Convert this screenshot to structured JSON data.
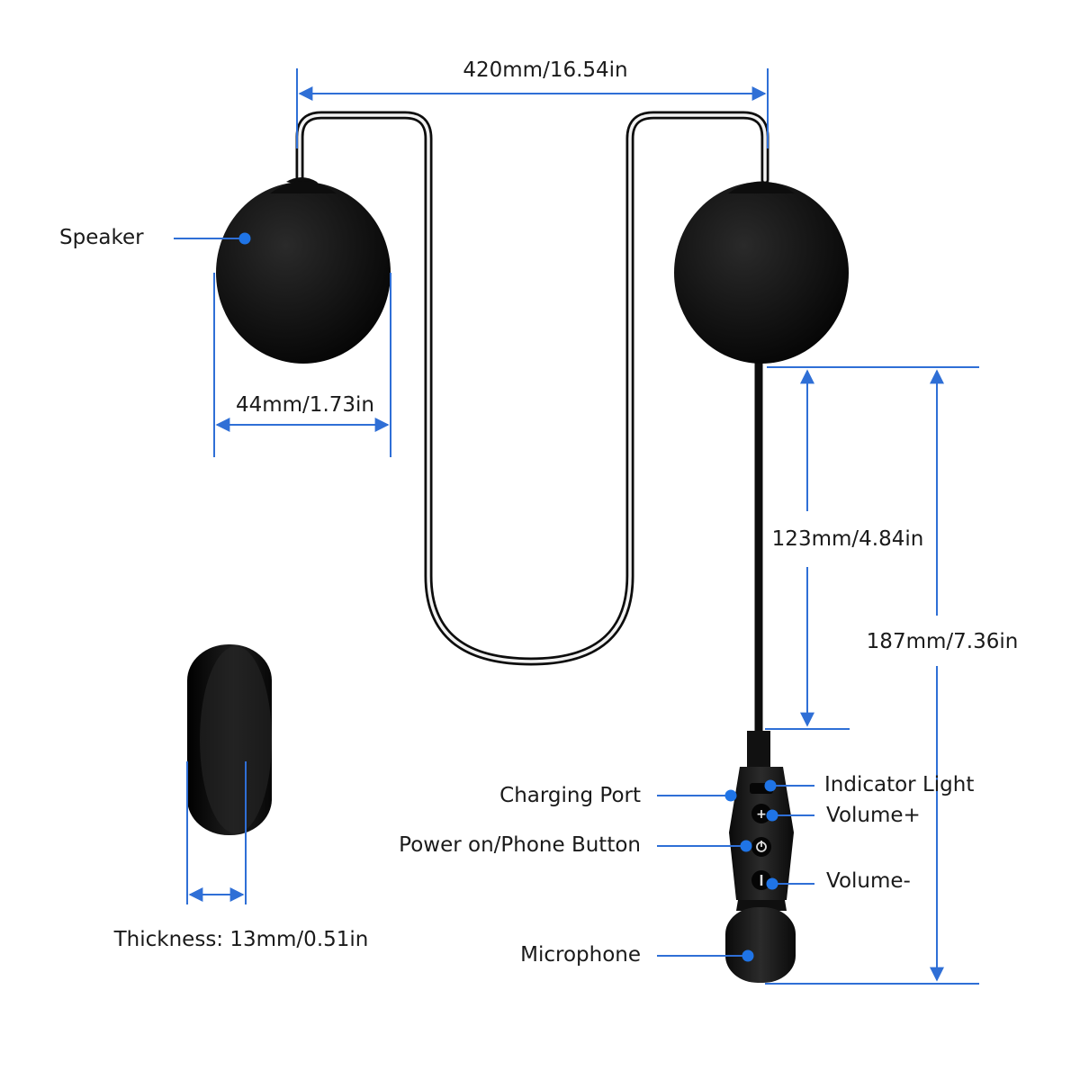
{
  "dimensions": {
    "cable_width": "420mm/16.54in",
    "speaker_diameter": "44mm/1.73in",
    "mic_boom_length": "123mm/4.84in",
    "mic_total_length": "187mm/7.36in",
    "thickness": "Thickness: 13mm/0.51in"
  },
  "parts": {
    "speaker": "Speaker",
    "charging_port": "Charging Port",
    "indicator_light": "Indicator Light",
    "volume_up": "Volume+",
    "power_button": "Power on/Phone Button",
    "volume_down": "Volume-",
    "microphone": "Microphone"
  },
  "colors": {
    "accent": "#2f6fd6",
    "dot": "#1f74e6",
    "device": "#0d0d0d"
  }
}
